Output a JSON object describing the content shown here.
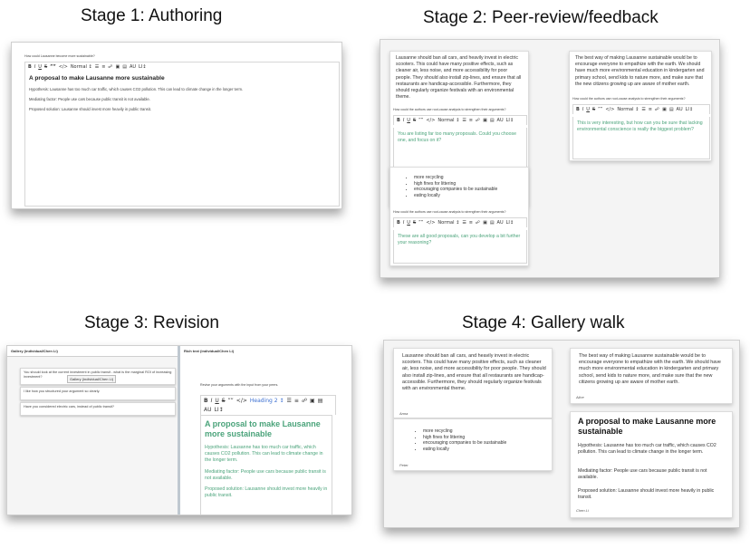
{
  "stages": {
    "s1": "Stage 1: Authoring",
    "s2": "Stage 2: Peer-review/feedback",
    "s3": "Stage 3: Revision",
    "s4": "Stage 4: Gallery walk"
  },
  "toolbar": {
    "bold": "B",
    "italic": "I",
    "underline": "U",
    "strike": "S",
    "quote": "””",
    "code": "</>",
    "normal": "Normal",
    "heading2": "Heading 2",
    "arrows": "↕",
    "list_ol": "☰",
    "list_ul": "≡",
    "link": "☍",
    "img": "▣",
    "table": "▤",
    "au": "AU",
    "li": "LI↕"
  },
  "stage1": {
    "question": "How could Lausanne become more sustainable?",
    "title": "A proposal to make Lausanne more sustainable",
    "hypothesis": "Hypothesis: Lausanne has too much car traffic, which causes CO2 pollution. This can lead to climate change in the longer term.",
    "mediating": "Mediating factor: People use cars because public transit is not available.",
    "solution": "Proposed solution: Lausanne should invest more heavily in public transit."
  },
  "stage2": {
    "essay_a": "Lausanne should ban all cars, and heavily invest in electric scooters. This could have many positive effects, such as cleaner air, less noise, and more accessibility for poor people. They should also install zip-lines, and ensure that all restaurants are handicap-accessible. Furthermore, they should regularly organize festivals with an environmental theme.",
    "prompt": "How could the authors use root-cause analysis to strengthen their arguments?",
    "feedback_a": "You are listing far too many proposals. Could you choose one, and focus on it?",
    "bullets": [
      "more recycling",
      "high fines for littering",
      "encouraging companies to be sustainable",
      "eating locally"
    ],
    "feedback_b": "These are all good proposals, can you develop a bit further your reasoning?",
    "essay_b": "The best way of making Lausanne sustainable would be to encourage everyone to empathize with the earth. We should have much more environmental education in kindergarten and primary school, send kids to nature more, and make sure that the new citizens growing up are aware of mother earth.",
    "feedback_c": "This is very interesting, but how can you be sure that lacking environmental conscience is really the biggest problem?"
  },
  "stage3": {
    "left_header": "Gallery (individual/Chen Li)",
    "right_header": "Rich text (individual/Chen Li)",
    "comments": [
      "You should look at the current investment in public transit - what is the marginal ROI of increasing investment?",
      "I like how you structured your argument so clearly.",
      "Have you considered electric cars, instead of public transit?"
    ],
    "tooltip": "Gallery (individual/Chen Li)",
    "instruction": "Revise your arguments with the input from your peers.",
    "title": "A proposal to make Lausanne more sustainable",
    "hypothesis": "Hypothesis: Lausanne has too much car traffic, which causes CO2 pollution. This can lead to climate change in the longer term.",
    "mediating": "Mediating factor: People use cars because public transit is not available.",
    "solution": "Proposed solution: Lausanne should invest more heavily in public transit."
  },
  "stage4": {
    "essay_a": "Lausanne should ban all cars, and heavily invest in electric scooters. This could have many positive effects, such as cleaner air, less noise, and more accessibility for poor people. They should also install zip-lines, and ensure that all restaurants are handicap-accessible. Furthermore, they should regularly organize festivals with an environmental theme.",
    "author_a": "Anna",
    "bullets": [
      "more recycling",
      "high fines for littering",
      "encouraging companies to be sustainable",
      "eating locally"
    ],
    "author_b": "Peter",
    "essay_b": "The best way of making Lausanne sustainable would be to encourage everyone to empathize with the earth. We should have much more environmental education in kindergarten and primary school, send kids to nature more, and make sure that the new citizens growing up are aware of mother earth.",
    "author_c": "Alice",
    "title": "A proposal to make Lausanne more sustainable",
    "hypothesis": "Hypothesis: Lausanne has too much car traffic, which causes CO2 pollution. This can lead to climate change in the longer term.",
    "mediating": "Mediating factor: People use cars because public transit is not available.",
    "solution": "Proposed solution: Lausanne should invest more heavily in public transit.",
    "author_d": "Chen Li"
  }
}
